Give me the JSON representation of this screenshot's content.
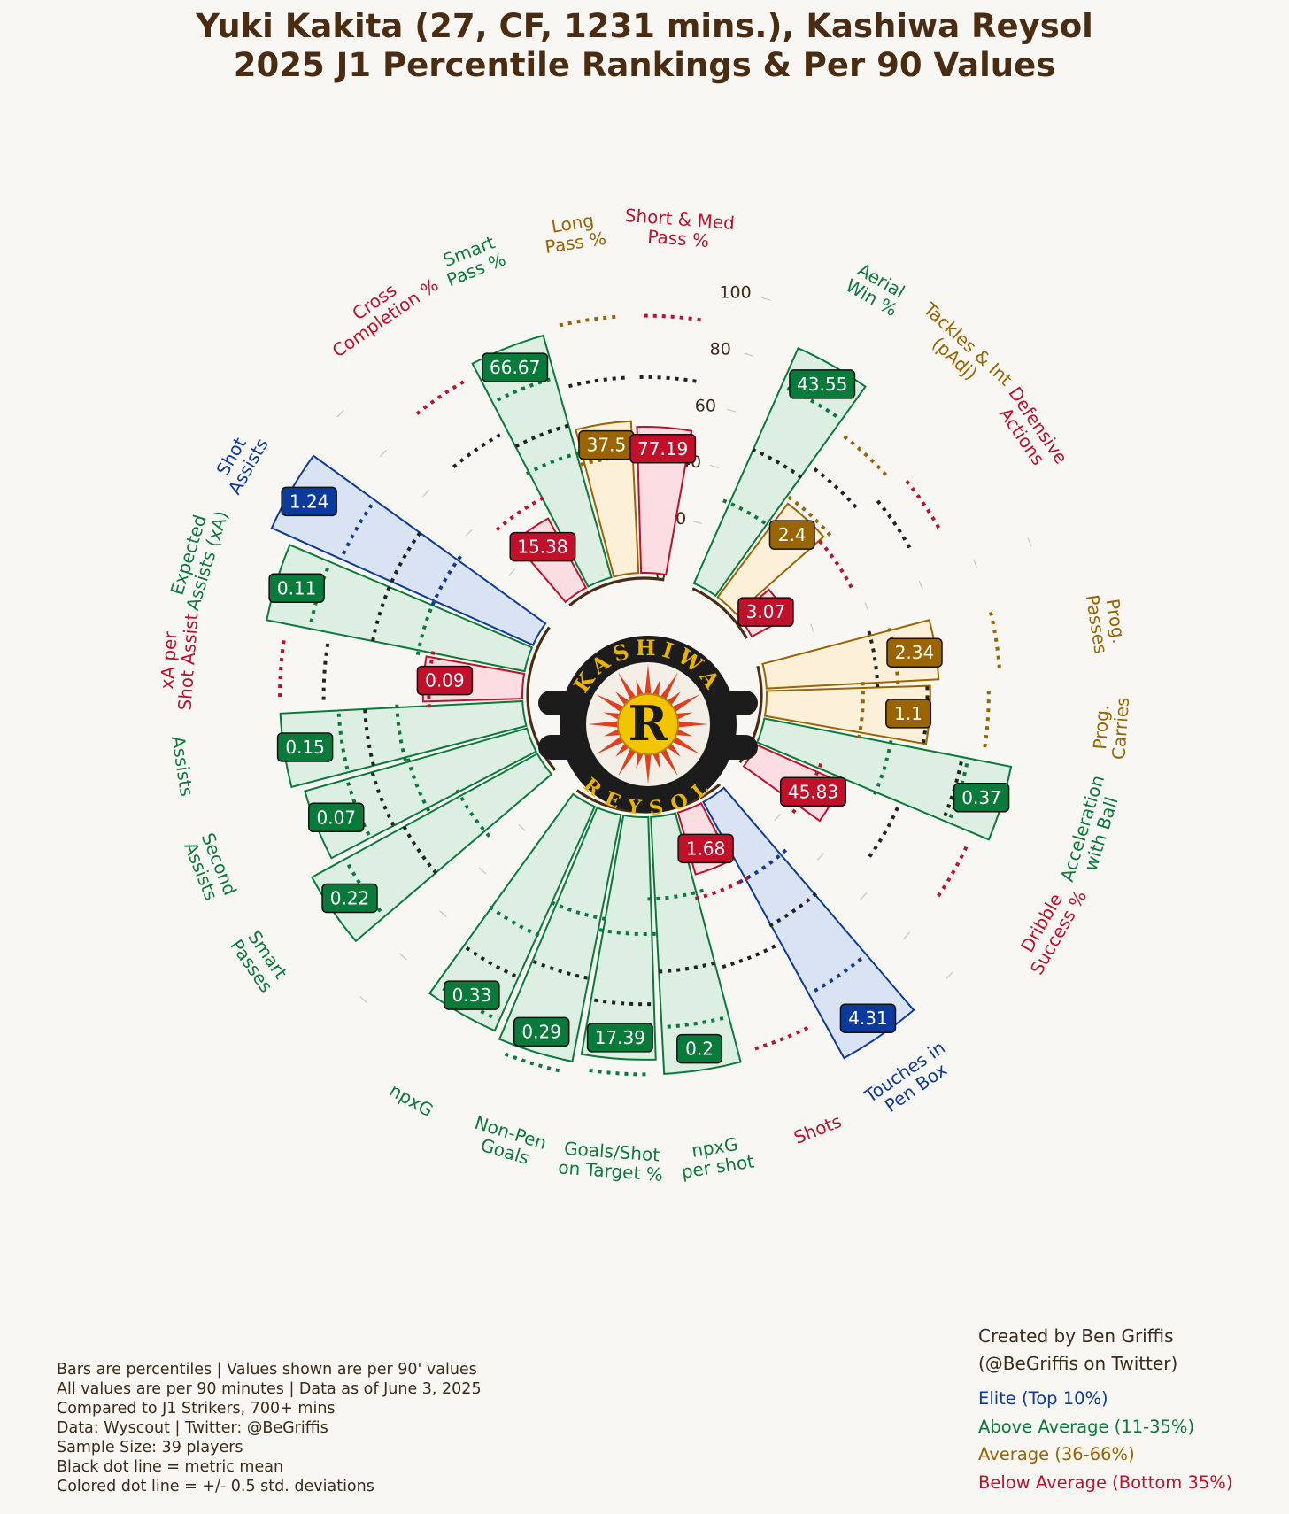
{
  "title": {
    "line1": "Yuki Kakita (27, CF, 1231 mins.), Kashiwa Reysol",
    "line2": "2025 J1 Percentile Rankings & Per 90 Values"
  },
  "chart_data": {
    "type": "radial-bar",
    "radial_ticks": [
      "0",
      "20",
      "40",
      "60",
      "80",
      "100"
    ],
    "rlim": [
      0,
      100
    ],
    "metrics": [
      {
        "label": [
          "Aerial",
          "Win %"
        ],
        "value": "43.55",
        "percentile": 88,
        "tier": "above",
        "mean": 50,
        "sd_low": 30,
        "sd_high": 74
      },
      {
        "label": [
          "Tackles & Int",
          "(pAdj)"
        ],
        "value": "2.4",
        "percentile": 40,
        "tier": "average",
        "mean": 55,
        "sd_low": 42,
        "sd_high": 70
      },
      {
        "label": [
          "Defensive",
          "Actions"
        ],
        "value": "3.07",
        "percentile": 14,
        "tier": "below",
        "mean": 62,
        "sd_low": 38,
        "sd_high": 74
      },
      {
        "label": [
          "Prog.",
          "Passes"
        ],
        "value": "2.34",
        "percentile": 59,
        "tier": "average",
        "mean": 38,
        "sd_low": 45,
        "sd_high": 80
      },
      {
        "label": [
          "Prog.",
          "Carries"
        ],
        "value": "1.1",
        "percentile": 56,
        "tier": "average",
        "mean": 55,
        "sd_low": 33,
        "sd_high": 76
      },
      {
        "label": [
          "Acceleration",
          "with Ball"
        ],
        "value": "0.37",
        "percentile": 86,
        "tier": "above",
        "mean": 69,
        "sd_low": 44,
        "sd_high": 71
      },
      {
        "label": [
          "Dribble",
          "Success %"
        ],
        "value": "45.83",
        "percentile": 32,
        "tier": "below",
        "mean": 53,
        "sd_low": 23,
        "sd_high": 80
      },
      {
        "label": [
          "Touches in",
          "Pen Box"
        ],
        "value": "4.31",
        "percentile": 100,
        "tier": "elite",
        "mean": 48,
        "sd_low": 30,
        "sd_high": 75
      },
      {
        "label": [
          "Shots"
        ],
        "value": "1.68",
        "percentile": 22,
        "tier": "below",
        "mean": 55,
        "sd_low": 30,
        "sd_high": 85
      },
      {
        "label": [
          "npxG",
          "per shot"
        ],
        "value": "0.2",
        "percentile": 88,
        "tier": "above",
        "mean": 53,
        "sd_low": 28,
        "sd_high": 72
      },
      {
        "label": [
          "Goals/Shot",
          "on Target %"
        ],
        "value": "17.39",
        "percentile": 83,
        "tier": "above",
        "mean": 64,
        "sd_low": 40,
        "sd_high": 88
      },
      {
        "label": [
          "Non-Pen",
          "Goals"
        ],
        "value": "0.29",
        "percentile": 86,
        "tier": "above",
        "mean": 57,
        "sd_low": 36,
        "sd_high": 90
      },
      {
        "label": [
          "npxG"
        ],
        "value": "0.33",
        "percentile": 84,
        "tier": "above",
        "mean": 64,
        "sd_low": 48,
        "sd_high": 80
      },
      {
        "label": [
          "Smart",
          "Passes"
        ],
        "value": "0.22",
        "percentile": 88,
        "tier": "above",
        "mean": 52,
        "sd_low": 30,
        "sd_high": 75
      },
      {
        "label": [
          "Second",
          "Assists"
        ],
        "value": "0.07",
        "percentile": 79,
        "tier": "above",
        "mean": 55,
        "sd_low": 42,
        "sd_high": 64
      },
      {
        "label": [
          "Assists"
        ],
        "value": "0.15",
        "percentile": 83,
        "tier": "above",
        "mean": 54,
        "sd_low": 43,
        "sd_high": 63
      },
      {
        "label": [
          "xA per",
          "Shot Assist"
        ],
        "value": "0.09",
        "percentile": 34,
        "tier": "below",
        "mean": 68,
        "sd_low": 32,
        "sd_high": 83
      },
      {
        "label": [
          "Expected",
          "Assists (xA)"
        ],
        "value": "0.11",
        "percentile": 90,
        "tier": "above",
        "mean": 53,
        "sd_low": 37,
        "sd_high": 75
      },
      {
        "label": [
          "Shot",
          "Assists"
        ],
        "value": "1.24",
        "percentile": 98,
        "tier": "elite",
        "mean": 53,
        "sd_low": 37,
        "sd_high": 72
      },
      {
        "label": [
          "Cross",
          "Completion %"
        ],
        "value": "15.38",
        "percentile": 27,
        "tier": "below",
        "mean": 60,
        "sd_low": 34,
        "sd_high": 82
      },
      {
        "label": [
          "Smart",
          "Pass %"
        ],
        "value": "66.67",
        "percentile": 86,
        "tier": "above",
        "mean": 54,
        "sd_low": 44,
        "sd_high": 71
      },
      {
        "label": [
          "Long",
          "Pass %"
        ],
        "value": "37.5",
        "percentile": 52,
        "tier": "average",
        "mean": 67,
        "sd_low": 40,
        "sd_high": 88
      },
      {
        "label": [
          "Short & Med",
          "Pass %"
        ],
        "value": "77.19",
        "percentile": 50,
        "tier": "below",
        "mean": 67,
        "sd_low": 45,
        "sd_high": 88
      }
    ]
  },
  "colors": {
    "elite": "#0c3a9c",
    "above": "#0a7a3a",
    "average": "#9a6400",
    "below": "#c0102a",
    "elite_fill": "#dae3f3",
    "above_fill": "#dcefe2",
    "average_fill": "#fdf0d8",
    "below_fill": "#fbdde2",
    "title": "#4a2c12",
    "background": "#f9f7f3"
  },
  "notes": [
    "Bars are percentiles | Values shown are per 90' values",
    "All values are per 90 minutes | Data as of June 3, 2025",
    "Compared to J1 Strikers, 700+ mins",
    "Data: Wyscout | Twitter: @BeGriffis",
    "Sample Size: 39 players",
    "Black dot line = metric mean",
    "Colored dot line = +/- 0.5 std. deviations"
  ],
  "credit": [
    "Created by Ben Griffis",
    "(@BeGriffis on Twitter)"
  ],
  "legend": [
    {
      "label": "Elite (Top 10%)",
      "tier": "elite"
    },
    {
      "label": "Above Average (11-35%)",
      "tier": "above"
    },
    {
      "label": "Average (36-66%)",
      "tier": "average"
    },
    {
      "label": "Below Average (Bottom 35%)",
      "tier": "below"
    }
  ],
  "logo": {
    "top": "KASHIWA",
    "bottom": "REYSOL",
    "emblem": "R"
  }
}
